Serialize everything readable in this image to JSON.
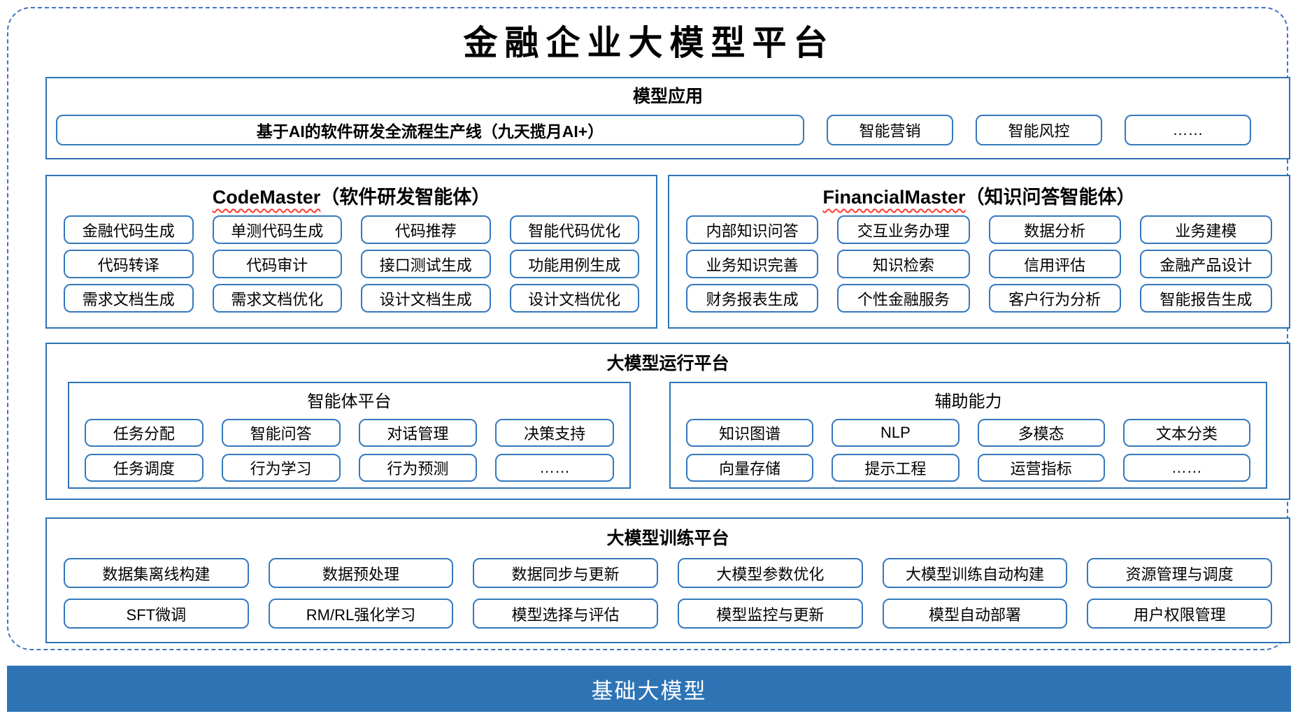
{
  "page_title": "金融企业大模型平台",
  "colors": {
    "section_border_blue": "#2E74B5",
    "box_border_blue": "#3579BE",
    "dashed_frame_blue": "#4472C4",
    "base_bar_blue": "#2E74B5",
    "squiggle_red": "#FF3B30"
  },
  "model_application": {
    "title": "模型应用",
    "main_box": "基于AI的软件研发全流程生产线（九天揽月AI+）",
    "items": [
      "智能营销",
      "智能风控",
      "……"
    ]
  },
  "code_master": {
    "title_en": "CodeMaster",
    "title_zh": "（软件研发智能体）",
    "items": [
      "金融代码生成",
      "单测代码生成",
      "代码推荐",
      "智能代码优化",
      "代码转译",
      "代码审计",
      "接口测试生成",
      "功能用例生成",
      "需求文档生成",
      "需求文档优化",
      "设计文档生成",
      "设计文档优化"
    ]
  },
  "financial_master": {
    "title_en": "FinancialMaster",
    "title_zh": "（知识问答智能体）",
    "items": [
      "内部知识问答",
      "交互业务办理",
      "数据分析",
      "业务建模",
      "业务知识完善",
      "知识检索",
      "信用评估",
      "金融产品设计",
      "财务报表生成",
      "个性金融服务",
      "客户行为分析",
      "智能报告生成"
    ]
  },
  "runtime_platform": {
    "title": "大模型运行平台",
    "agent_platform": {
      "title": "智能体平台",
      "items": [
        "任务分配",
        "智能问答",
        "对话管理",
        "决策支持",
        "任务调度",
        "行为学习",
        "行为预测",
        "……"
      ]
    },
    "auxiliary": {
      "title": "辅助能力",
      "items": [
        "知识图谱",
        "NLP",
        "多模态",
        "文本分类",
        "向量存储",
        "提示工程",
        "运营指标",
        "……"
      ]
    }
  },
  "training_platform": {
    "title": "大模型训练平台",
    "items": [
      "数据集离线构建",
      "数据预处理",
      "数据同步与更新",
      "大模型参数优化",
      "大模型训练自动构建",
      "资源管理与调度",
      "SFT微调",
      "RM/RL强化学习",
      "模型选择与评估",
      "模型监控与更新",
      "模型自动部署",
      "用户权限管理"
    ]
  },
  "base_model_bar": {
    "label": "基础大模型"
  }
}
